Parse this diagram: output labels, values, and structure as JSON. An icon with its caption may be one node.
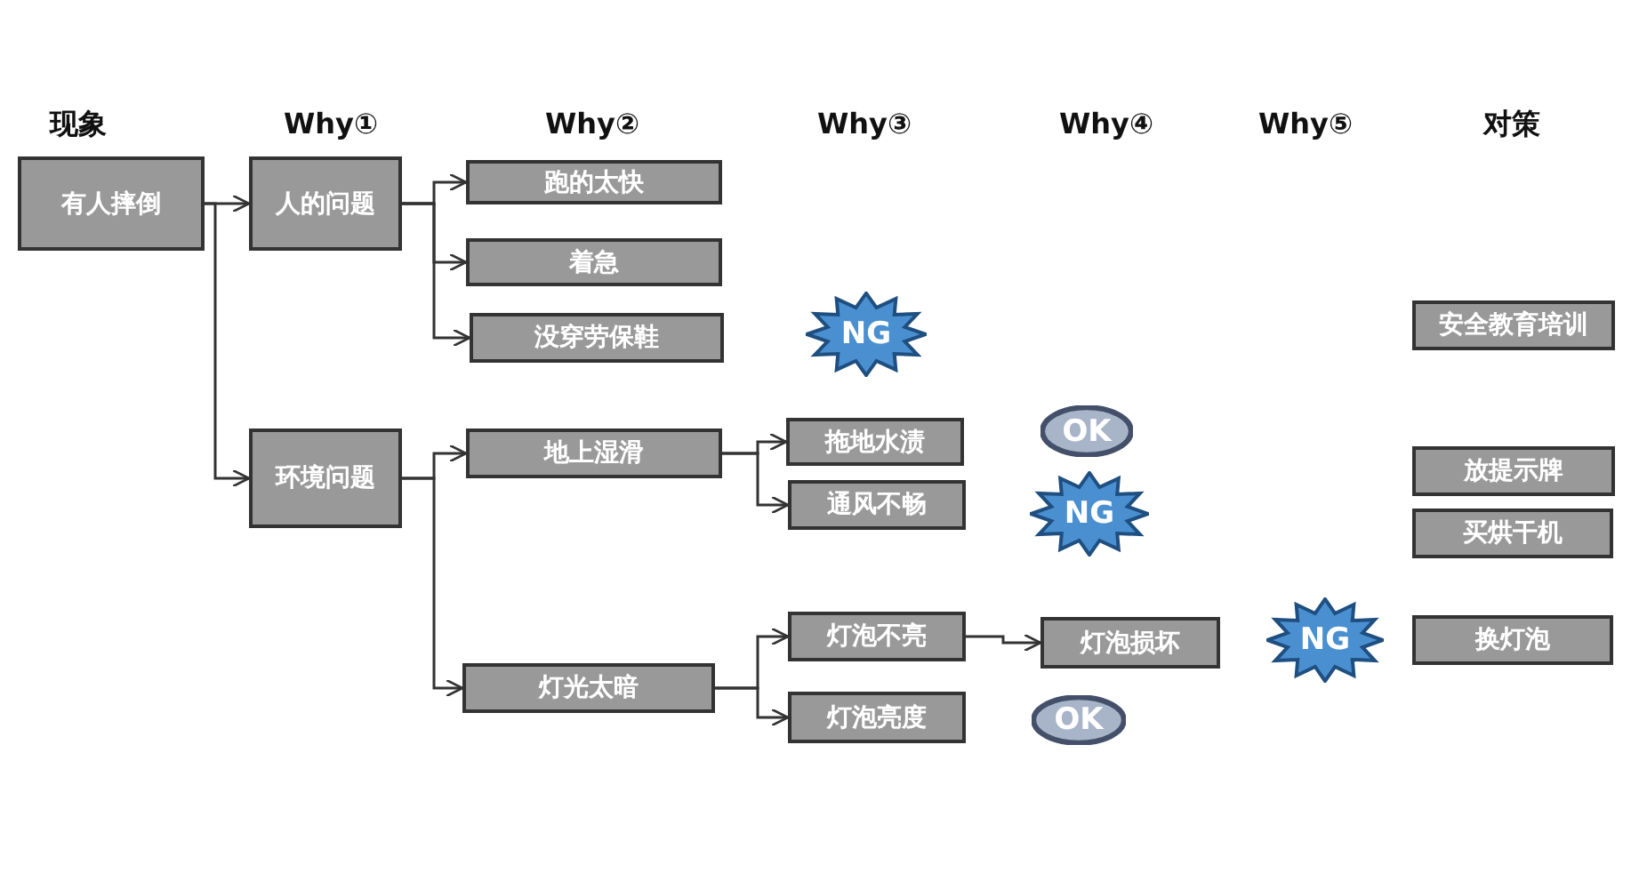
{
  "diagram": {
    "nodes": [
      {
        "text": [
          "有人摔倒"
        ]
      },
      {
        "text": [
          "人的问题"
        ]
      },
      {
        "text": [
          "跑的太快"
        ]
      },
      {
        "text": [
          "着急"
        ]
      },
      {
        "text": [
          "没穿劳保鞋"
        ]
      },
      {
        "text": [
          "NG"
        ]
      },
      {
        "text": [
          "安全教育培训"
        ]
      },
      {
        "text": [
          "环境问题"
        ]
      },
      {
        "text": [
          "地上湿滑"
        ]
      },
      {
        "text": [
          "拖地水渍"
        ]
      },
      {
        "text": [
          "OK"
        ]
      },
      {
        "text": [
          "放提示牌"
        ]
      },
      {
        "text": [
          "通风不畅"
        ]
      },
      {
        "text": [
          "NG"
        ]
      },
      {
        "text": [
          "买烘干机"
        ]
      },
      {
        "text": [
          "灯泡不亮"
        ]
      },
      {
        "text": [
          "灯泡损坏"
        ]
      },
      {
        "text": [
          "NG"
        ]
      },
      {
        "text": [
          "换灯泡"
        ]
      },
      {
        "text": [
          "灯光太暗"
        ]
      },
      {
        "text": [
          "灯泡亮度"
        ]
      },
      {
        "text": [
          "OK"
        ]
      }
    ],
    "edges": [
      {
        "from": 0,
        "to": 1,
        "arrow": "to"
      },
      {
        "from": 0,
        "to": 7,
        "arrow": "to"
      },
      {
        "from": 1,
        "to": 2,
        "arrow": "to"
      },
      {
        "from": 1,
        "to": 3,
        "arrow": "to"
      },
      {
        "from": 1,
        "to": 4,
        "arrow": "to"
      },
      {
        "from": 7,
        "to": 8,
        "arrow": "to"
      },
      {
        "from": 7,
        "to": 19,
        "arrow": "to"
      },
      {
        "from": 8,
        "to": 9,
        "arrow": "to"
      },
      {
        "from": 8,
        "to": 12,
        "arrow": "to"
      },
      {
        "from": 19,
        "to": 15,
        "arrow": "to"
      },
      {
        "from": 19,
        "to": 20,
        "arrow": "to"
      },
      {
        "from": 15,
        "to": 16,
        "arrow": "to"
      }
    ],
    "labels": [
      "现象",
      "Why①",
      "Why②",
      "Why③",
      "Why④",
      "Why⑤",
      "对策"
    ]
  }
}
